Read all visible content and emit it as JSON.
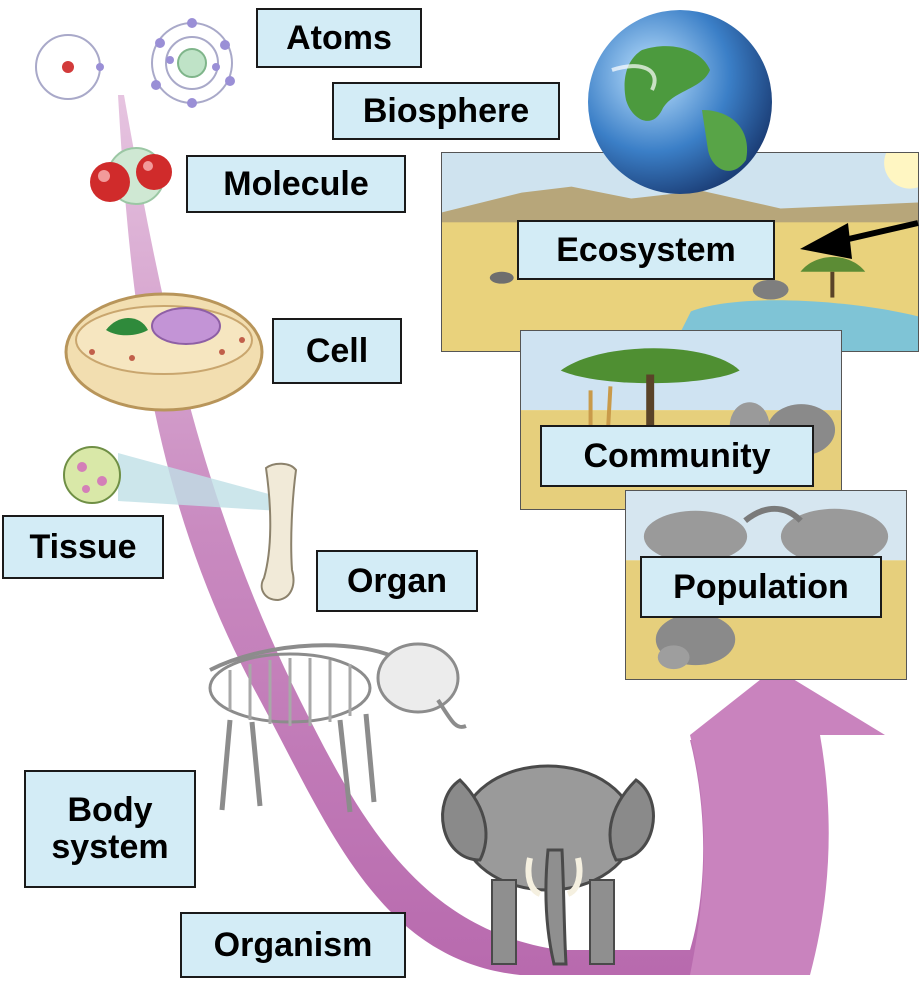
{
  "levels": {
    "atoms": "Atoms",
    "biosphere": "Biosphere",
    "molecule": "Molecule",
    "ecosystem": "Ecosystem",
    "cell": "Cell",
    "community": "Community",
    "tissue": "Tissue",
    "organ": "Organ",
    "population": "Population",
    "body_system_line1": "Body",
    "body_system_line2": "system",
    "organism": "Organism"
  },
  "colors": {
    "label_fill": "#d3ecf6",
    "label_border": "#1a1a1a",
    "path_purple": "#c97fc0",
    "savanna": "#e8cf7a",
    "sky": "#b7d6ee",
    "water": "#7fc4d6"
  },
  "icons": [
    "atom-icon",
    "molecule-icon",
    "cell-icon",
    "tissue-icon",
    "bone-icon",
    "skeleton-icon",
    "elephant-icon",
    "globe-icon",
    "pointer-arrow-icon"
  ]
}
